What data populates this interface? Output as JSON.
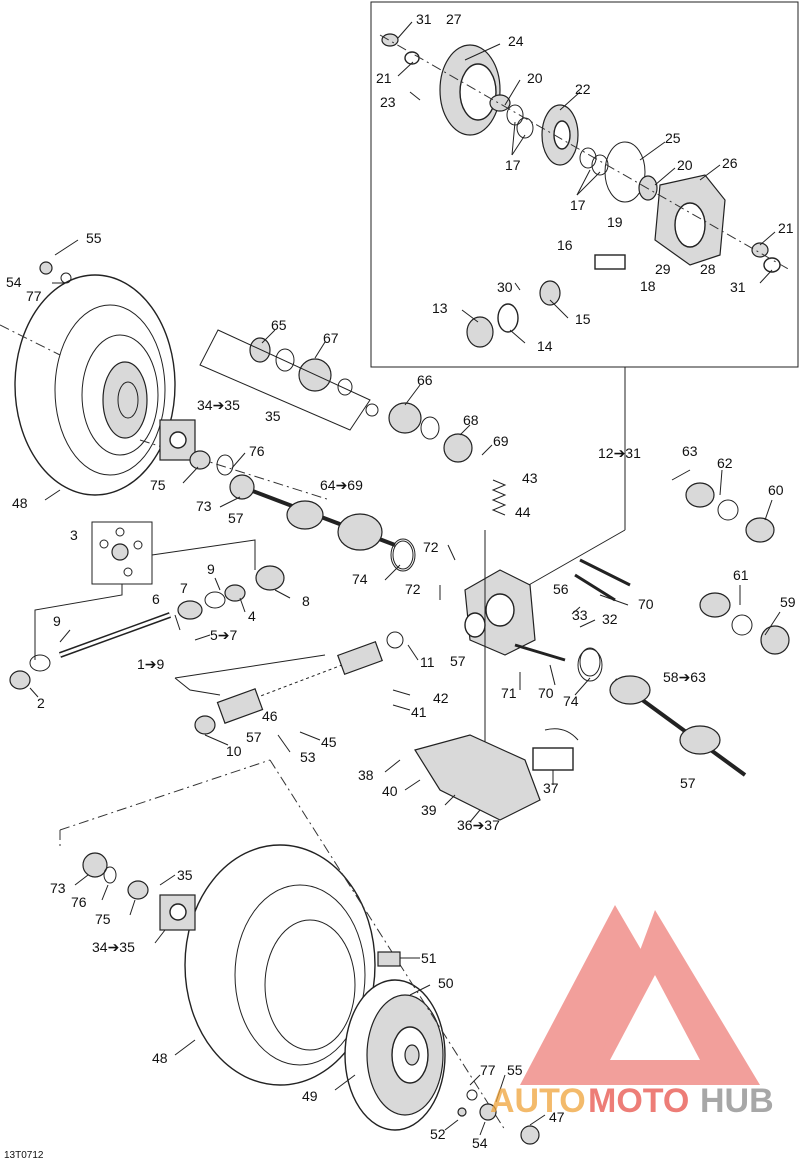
{
  "diagram_code": "13T0712",
  "watermark": {
    "text_left": "AUTO",
    "text_mid": "MOTO",
    "text_right": "HUB",
    "color_primary": "#e8524a",
    "color_secondary": "#8a8a8a"
  },
  "callouts": [
    {
      "id": "c-31a",
      "text": "31"
    },
    {
      "id": "c-27",
      "text": "27"
    },
    {
      "id": "c-24",
      "text": "24"
    },
    {
      "id": "c-21a",
      "text": "21"
    },
    {
      "id": "c-20a",
      "text": "20"
    },
    {
      "id": "c-22",
      "text": "22"
    },
    {
      "id": "c-23",
      "text": "23"
    },
    {
      "id": "c-17a",
      "text": "17"
    },
    {
      "id": "c-25",
      "text": "25"
    },
    {
      "id": "c-20b",
      "text": "20"
    },
    {
      "id": "c-26",
      "text": "26"
    },
    {
      "id": "c-17b",
      "text": "17"
    },
    {
      "id": "c-19",
      "text": "19"
    },
    {
      "id": "c-21b",
      "text": "21"
    },
    {
      "id": "c-16",
      "text": "16"
    },
    {
      "id": "c-29",
      "text": "29"
    },
    {
      "id": "c-28",
      "text": "28"
    },
    {
      "id": "c-31b",
      "text": "31"
    },
    {
      "id": "c-30",
      "text": "30"
    },
    {
      "id": "c-18",
      "text": "18"
    },
    {
      "id": "c-13",
      "text": "13"
    },
    {
      "id": "c-15",
      "text": "15"
    },
    {
      "id": "c-14",
      "text": "14"
    },
    {
      "id": "c-55a",
      "text": "55"
    },
    {
      "id": "c-54a",
      "text": "54"
    },
    {
      "id": "c-77a",
      "text": "77"
    },
    {
      "id": "c-65",
      "text": "65"
    },
    {
      "id": "c-67",
      "text": "67"
    },
    {
      "id": "c-66",
      "text": "66"
    },
    {
      "id": "c-34-35a",
      "text": "34➔35"
    },
    {
      "id": "c-35a",
      "text": "35"
    },
    {
      "id": "c-68",
      "text": "68"
    },
    {
      "id": "c-69",
      "text": "69"
    },
    {
      "id": "c-12-31",
      "text": "12➔31"
    },
    {
      "id": "c-76a",
      "text": "76"
    },
    {
      "id": "c-75a",
      "text": "75"
    },
    {
      "id": "c-48a",
      "text": "48"
    },
    {
      "id": "c-73a",
      "text": "73"
    },
    {
      "id": "c-64-69",
      "text": "64➔69"
    },
    {
      "id": "c-63",
      "text": "63"
    },
    {
      "id": "c-62",
      "text": "62"
    },
    {
      "id": "c-43",
      "text": "43"
    },
    {
      "id": "c-57a",
      "text": "57"
    },
    {
      "id": "c-60",
      "text": "60"
    },
    {
      "id": "c-44",
      "text": "44"
    },
    {
      "id": "c-3",
      "text": "3"
    },
    {
      "id": "c-72a",
      "text": "72"
    },
    {
      "id": "c-74a",
      "text": "74"
    },
    {
      "id": "c-9a",
      "text": "9"
    },
    {
      "id": "c-56",
      "text": "56"
    },
    {
      "id": "c-72b",
      "text": "72"
    },
    {
      "id": "c-7",
      "text": "7"
    },
    {
      "id": "c-61",
      "text": "61"
    },
    {
      "id": "c-70a",
      "text": "70"
    },
    {
      "id": "c-6",
      "text": "6"
    },
    {
      "id": "c-8",
      "text": "8"
    },
    {
      "id": "c-4",
      "text": "4"
    },
    {
      "id": "c-59",
      "text": "59"
    },
    {
      "id": "c-33",
      "text": "33"
    },
    {
      "id": "c-32",
      "text": "32"
    },
    {
      "id": "c-9b",
      "text": "9"
    },
    {
      "id": "c-5-7",
      "text": "5➔7"
    },
    {
      "id": "c-1-9",
      "text": "1➔9"
    },
    {
      "id": "c-57b",
      "text": "57"
    },
    {
      "id": "c-11",
      "text": "11"
    },
    {
      "id": "c-74b",
      "text": "74"
    },
    {
      "id": "c-58-63",
      "text": "58➔63"
    },
    {
      "id": "c-2",
      "text": "2"
    },
    {
      "id": "c-71",
      "text": "71"
    },
    {
      "id": "c-70b",
      "text": "70"
    },
    {
      "id": "c-42",
      "text": "42"
    },
    {
      "id": "c-41",
      "text": "41"
    },
    {
      "id": "c-46",
      "text": "46"
    },
    {
      "id": "c-57c",
      "text": "57"
    },
    {
      "id": "c-45",
      "text": "45"
    },
    {
      "id": "c-10",
      "text": "10"
    },
    {
      "id": "c-53",
      "text": "53"
    },
    {
      "id": "c-38",
      "text": "38"
    },
    {
      "id": "c-37",
      "text": "37"
    },
    {
      "id": "c-57d",
      "text": "57"
    },
    {
      "id": "c-40",
      "text": "40"
    },
    {
      "id": "c-39",
      "text": "39"
    },
    {
      "id": "c-36-37",
      "text": "36➔37"
    },
    {
      "id": "c-73b",
      "text": "73"
    },
    {
      "id": "c-35b",
      "text": "35"
    },
    {
      "id": "c-76b",
      "text": "76"
    },
    {
      "id": "c-75b",
      "text": "75"
    },
    {
      "id": "c-34-35b",
      "text": "34➔35"
    },
    {
      "id": "c-51",
      "text": "51"
    },
    {
      "id": "c-50",
      "text": "50"
    },
    {
      "id": "c-48b",
      "text": "48"
    },
    {
      "id": "c-49",
      "text": "49"
    },
    {
      "id": "c-77b",
      "text": "77"
    },
    {
      "id": "c-55b",
      "text": "55"
    },
    {
      "id": "c-47",
      "text": "47"
    },
    {
      "id": "c-52",
      "text": "52"
    },
    {
      "id": "c-54b",
      "text": "54"
    }
  ]
}
